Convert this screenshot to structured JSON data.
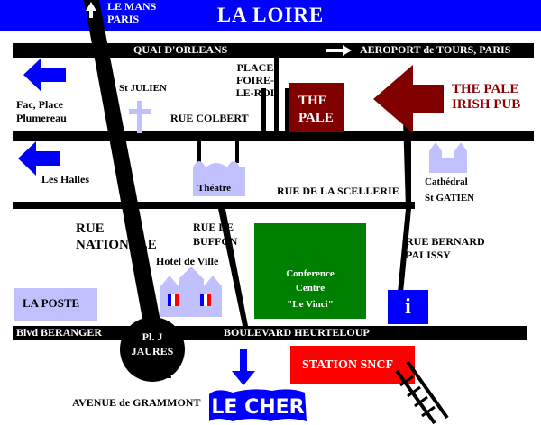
{
  "map": {
    "river_top": "LA LOIRE",
    "river_bottom": "LE CHER",
    "streets": {
      "quai": "QUAI D'ORLEANS",
      "airport": "AEROPORT de TOURS, PARIS",
      "le_mans_1": "LE MANS",
      "le_mans_2": "PARIS",
      "colbert": "RUE COLBERT",
      "scellerie": "RUE DE LA SCELLERIE",
      "nationale_1": "RUE",
      "nationale_2": "NATIONALE",
      "buffon_1": "RUE DE",
      "buffon_2": "BUFFON",
      "bernard_1": "RUE BERNARD",
      "bernard_2": "PALISSY",
      "beranger": "Blvd BERANGER",
      "heurteloup": "BOULEVARD HEURTELOUP",
      "grammont": "AVENUE de GRAMMONT"
    },
    "places": {
      "place_foire_1": "PLACE",
      "place_foire_2": "FOIRE-",
      "place_foire_3": "LE-ROI",
      "st_julien": "St JULIEN",
      "theatre": "Théatre",
      "cathedral_1": "Cathédral",
      "cathedral_2": "St GATIEN",
      "hotel_de_ville": "Hotel de Ville",
      "la_poste": "LA POSTE",
      "pl_jaures_1": "Pl. J",
      "pl_jaures_2": "JAURES",
      "conference_1": "Conference",
      "conference_2": "Centre",
      "conference_3": "\"Le Vinci\"",
      "info": "i",
      "station": "STATION SNCF",
      "the_pale_box_1": "THE",
      "the_pale_box_2": "PALE",
      "the_pale_pub_1": "THE PALE",
      "the_pale_pub_2": "IRISH PUB"
    },
    "directions": {
      "fac_1": "Fac, Place",
      "fac_2": "Plumereau",
      "halles": "Les Halles"
    },
    "colors": {
      "river": "#0000ff",
      "road": "#000000",
      "building": "#c0c0ff",
      "pale": "#800000",
      "conference": "#008000",
      "info": "#0000ff",
      "station": "#ff0000",
      "arrow": "#0000ff"
    }
  }
}
